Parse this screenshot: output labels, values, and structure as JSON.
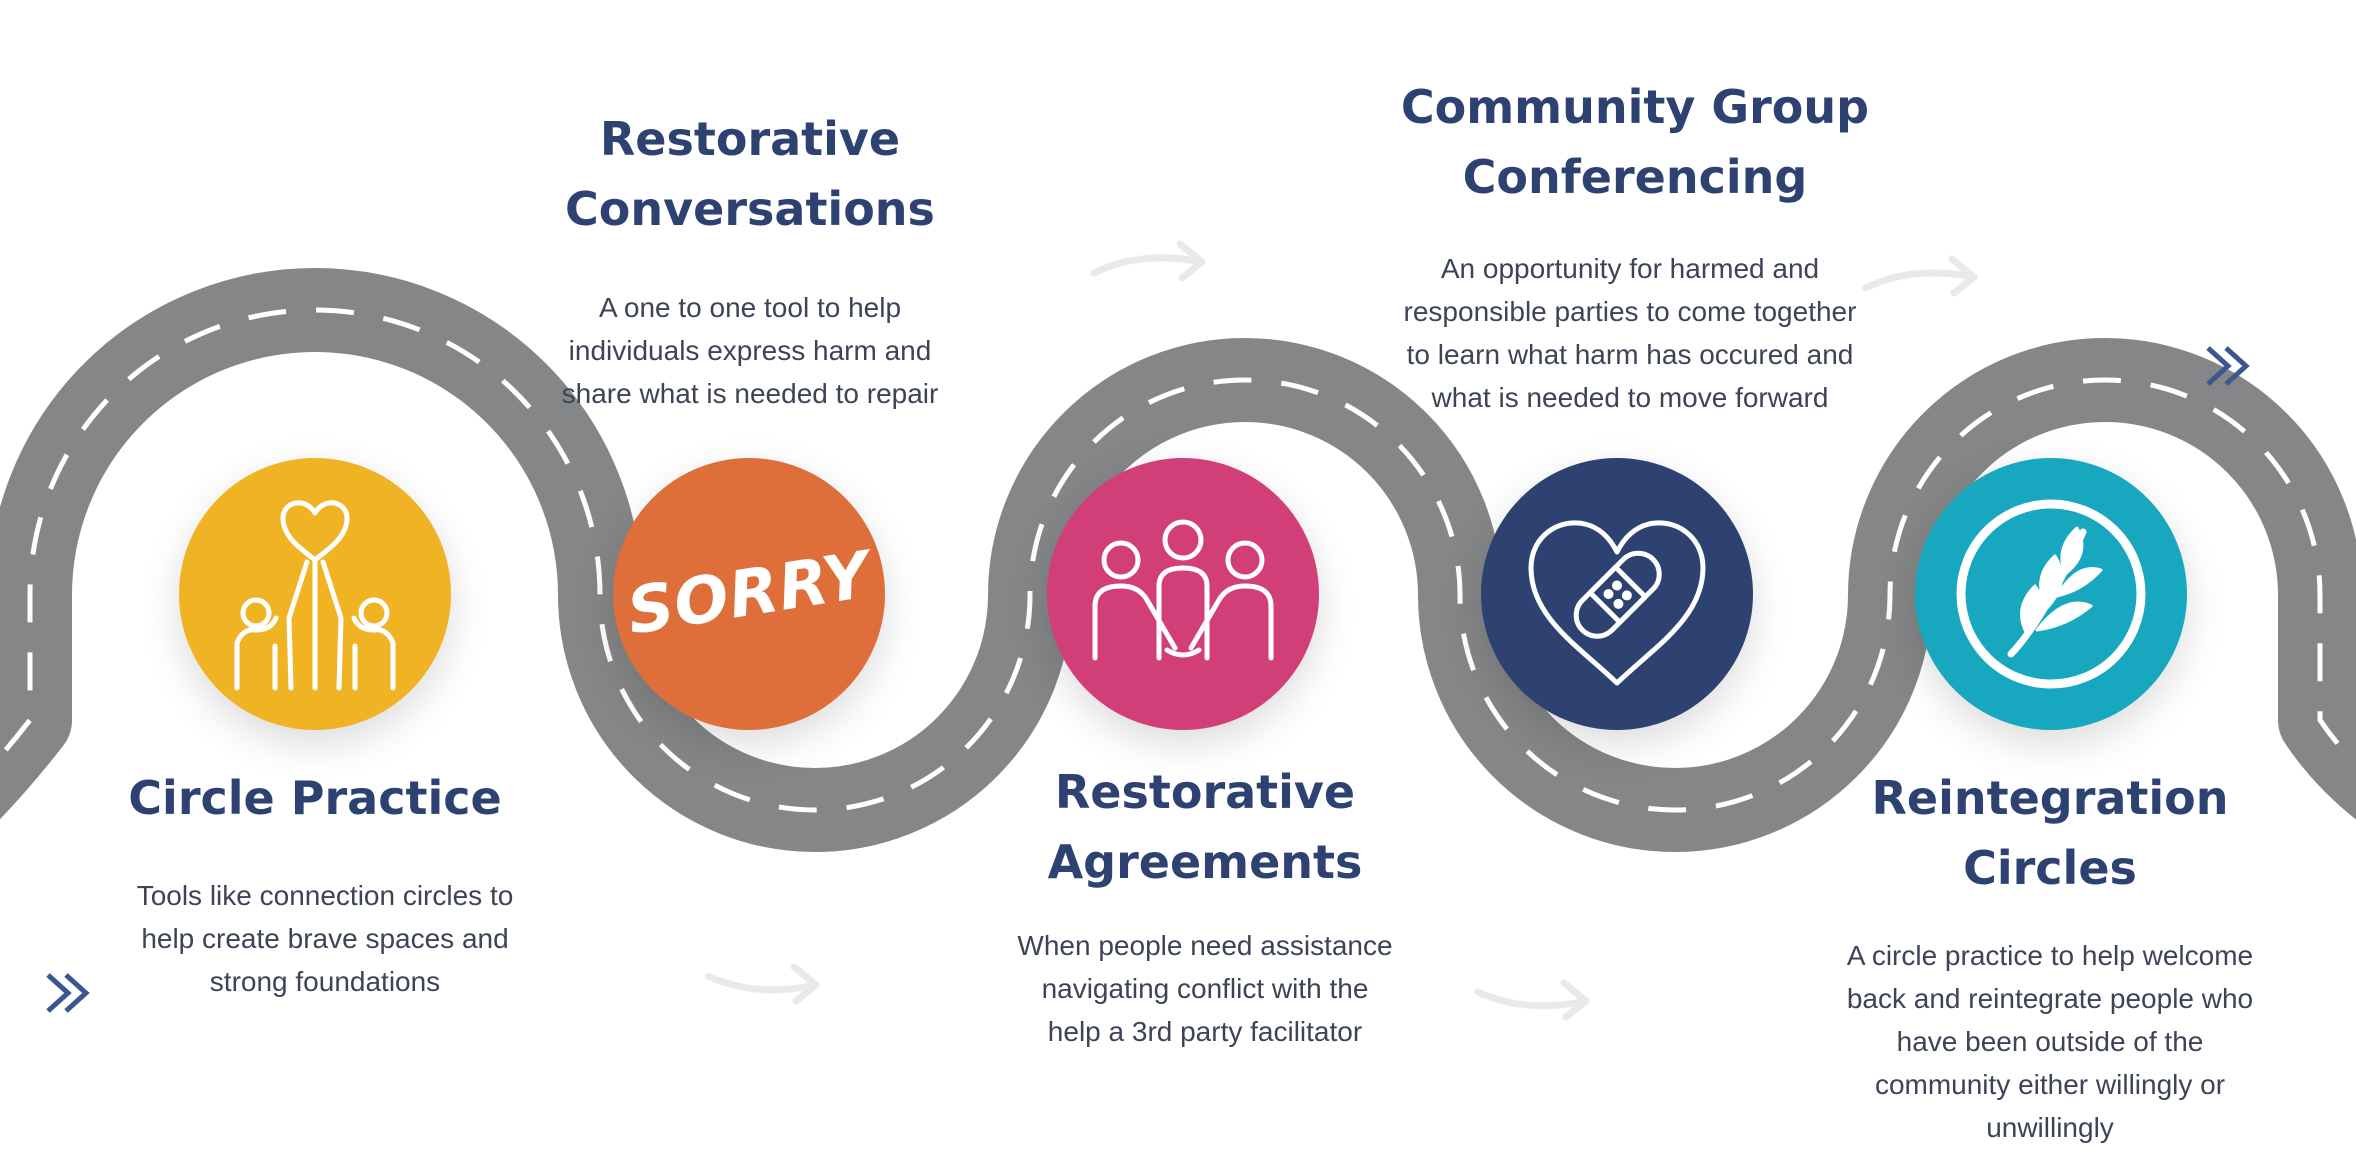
{
  "steps": [
    {
      "title": [
        "Circle Practice"
      ],
      "description": [
        "Tools like connection circles to",
        "help create brave spaces and",
        "strong foundations"
      ],
      "icon": "people-heart-icon",
      "color": "#f0b323"
    },
    {
      "title": [
        "Restorative",
        "Conversations"
      ],
      "description": [
        "A one to one tool to help",
        "individuals express harm and",
        "share what is needed to repair"
      ],
      "icon": "sorry-icon",
      "icon_text": "SORRY",
      "color": "#de6f3a"
    },
    {
      "title": [
        "Restorative",
        "Agreements"
      ],
      "description": [
        "When people need assistance",
        "navigating conflict with the",
        "help a 3rd party facilitator"
      ],
      "icon": "group-holding-hands-icon",
      "color": "#d23f78"
    },
    {
      "title": [
        "Community Group",
        "Conferencing"
      ],
      "description": [
        "An opportunity for harmed and",
        "responsible parties to come together",
        "to learn what harm has occured and",
        "what is needed to move forward"
      ],
      "icon": "bandaged-heart-icon",
      "color": "#2e4272"
    },
    {
      "title": [
        "Reintegration",
        "Circles"
      ],
      "description": [
        "A circle practice to help welcome",
        "back and reintegrate people who",
        "have been outside of the",
        "community either willingly or",
        "unwillingly"
      ],
      "icon": "leaf-circle-icon",
      "color": "#17a7bf"
    }
  ],
  "colors": {
    "road": "#858688",
    "road_dash": "#ffffff",
    "title": "#2e4272",
    "text": "#3d4458",
    "arrow": "#e9e9e9",
    "chevron": "#3c5790"
  }
}
